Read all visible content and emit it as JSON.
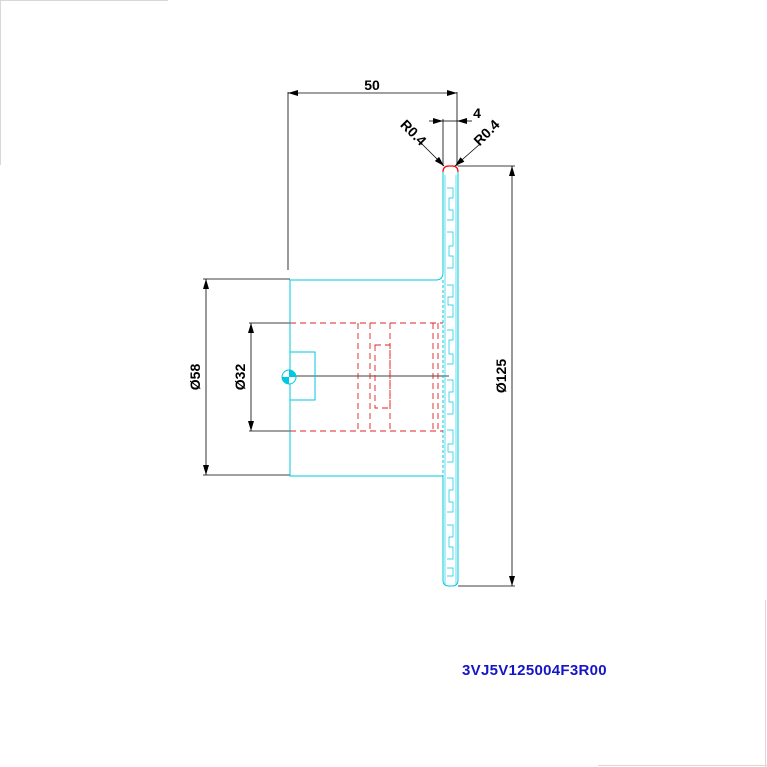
{
  "colors": {
    "outline": "#00c8e0",
    "hidden": "#e02020",
    "dimension": "#000000",
    "part_code": "#1515c8",
    "accent_red": "#ff0000"
  },
  "dimensions": {
    "width_50": "50",
    "thickness_4": "4",
    "radius_left": "R0.4",
    "radius_right": "R0.4",
    "dia_58": "Ø58",
    "dia_32": "Ø32",
    "dia_125": "Ø125"
  },
  "part_code": "3VJ5V125004F3R00"
}
